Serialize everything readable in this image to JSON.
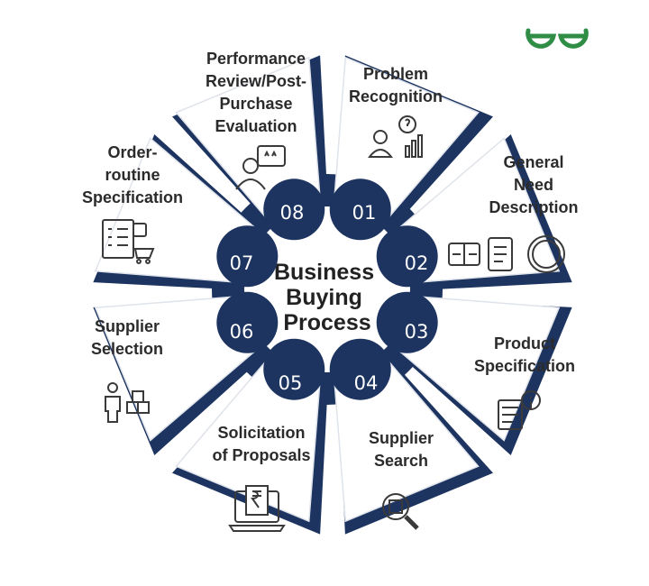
{
  "logo": {
    "text": "GG",
    "color": "#2f8d46"
  },
  "colors": {
    "navy": "#1d3461",
    "card": "#ffffff",
    "shadow": "#c9ced8",
    "icon": "#3a3a3a"
  },
  "center_title": [
    "Business",
    "Buying",
    "Process"
  ],
  "steps": [
    {
      "num": "01",
      "label": [
        "Problem",
        "Recognition"
      ],
      "icon": "idea-person-chart-icon"
    },
    {
      "num": "02",
      "label": [
        "General",
        "Need",
        "Description"
      ],
      "icon": "quality-certificate-icon"
    },
    {
      "num": "03",
      "label": [
        "Product",
        "Specification"
      ],
      "icon": "product-info-icon"
    },
    {
      "num": "04",
      "label": [
        "Supplier",
        "Search"
      ],
      "icon": "search-box-icon"
    },
    {
      "num": "05",
      "label": [
        "Solicitation",
        "of Proposals"
      ],
      "icon": "rupee-laptop-icon"
    },
    {
      "num": "06",
      "label": [
        "Supplier",
        "Selection"
      ],
      "icon": "person-boxes-icon"
    },
    {
      "num": "07",
      "label": [
        "Order-",
        "routine",
        "Specification"
      ],
      "icon": "checklist-cart-icon"
    },
    {
      "num": "08",
      "label": [
        "Performance",
        "Review/Post-",
        "Purchase",
        "Evaluation"
      ],
      "icon": "review-stars-icon"
    }
  ]
}
